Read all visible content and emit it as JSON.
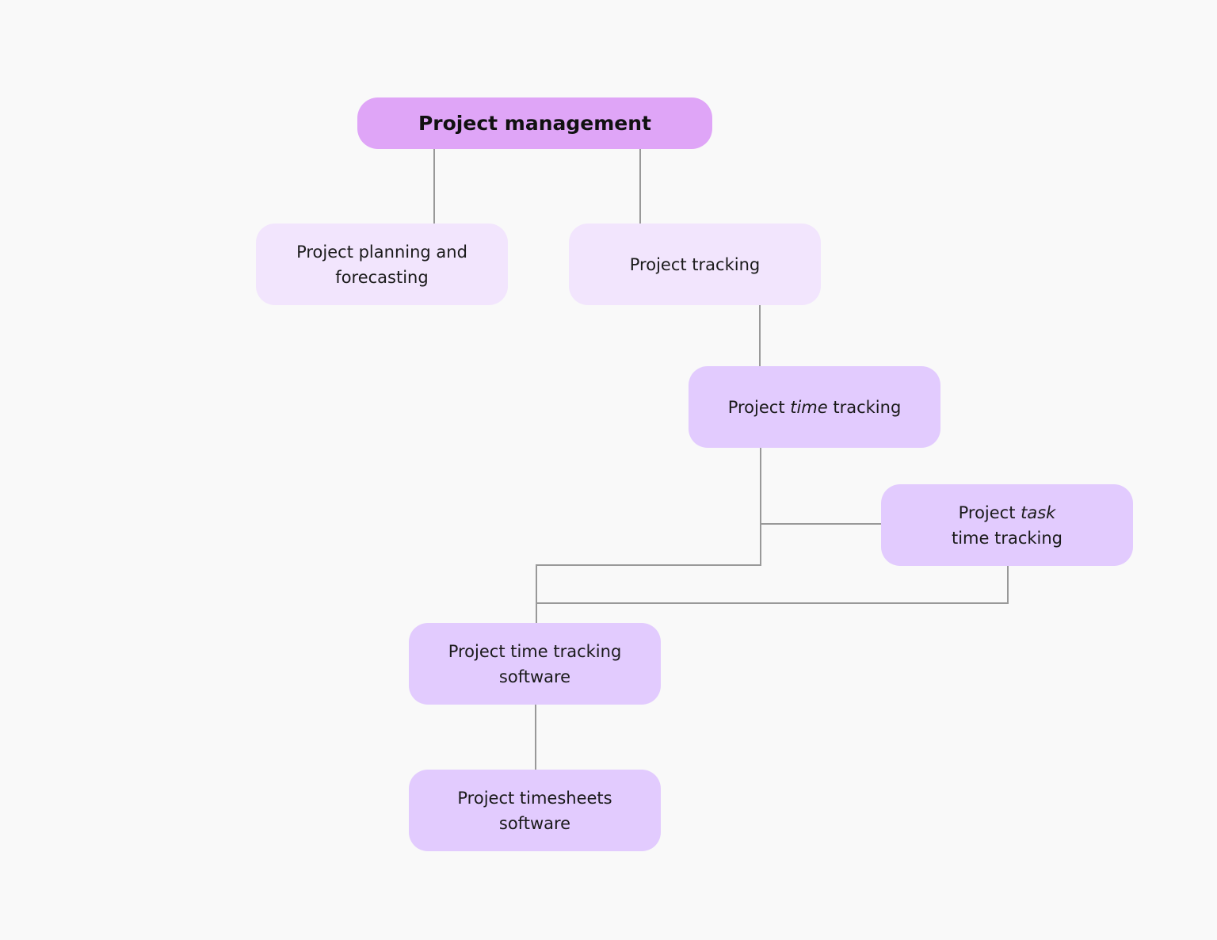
{
  "colors": {
    "background": "#f9f9f9",
    "root_fill": "#dfa5f7",
    "level1_fill": "#f2e5fd",
    "level2_fill": "#e2cbfe",
    "connector": "#999999"
  },
  "diagram": {
    "root": {
      "label": "Project management"
    },
    "planning": {
      "label": "Project planning and\nforecasting"
    },
    "tracking": {
      "label": "Project tracking"
    },
    "time_tracking": {
      "pre": "Project ",
      "emph": "time",
      "post": " tracking"
    },
    "task_tracking": {
      "pre": "Project ",
      "emph": "task",
      "post": "\ntime tracking"
    },
    "software": {
      "label": "Project time tracking\nsoftware"
    },
    "timesheets": {
      "label": "Project timesheets\nsoftware"
    }
  }
}
